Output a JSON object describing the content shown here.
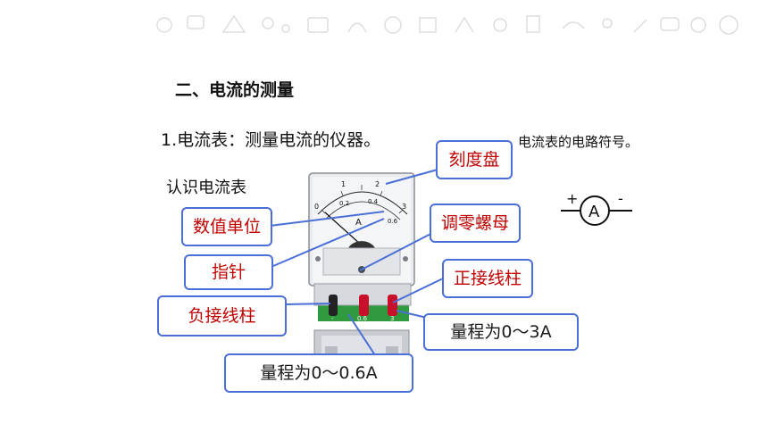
{
  "heading": "二、电流的测量",
  "intro": "1.电流表：测量电流的仪器。",
  "symbol_caption": "电流表的电路符号。",
  "know_meter": "认识电流表",
  "labels": {
    "dial": "刻度盘",
    "unit": "数值单位",
    "zero_adjust": "调零螺母",
    "pointer": "指针",
    "positive_terminal": "正接线柱",
    "negative_terminal": "负接线柱",
    "range_3a": "量程为0～3A",
    "range_06a": "量程为0～0.6A"
  },
  "meter": {
    "scale_top": [
      "0",
      "1",
      "2",
      "3"
    ],
    "scale_bottom": [
      "0.2",
      "0.4",
      "0.6"
    ],
    "unit_symbol": "A",
    "terminals": [
      "-",
      "0.6",
      "3"
    ]
  },
  "symbol": {
    "letter": "A",
    "plus": "+",
    "minus": "-"
  },
  "colors": {
    "callout_border": "#4a6fd6",
    "callout_text": "#c00000",
    "terminal_red": "#c9102a"
  }
}
